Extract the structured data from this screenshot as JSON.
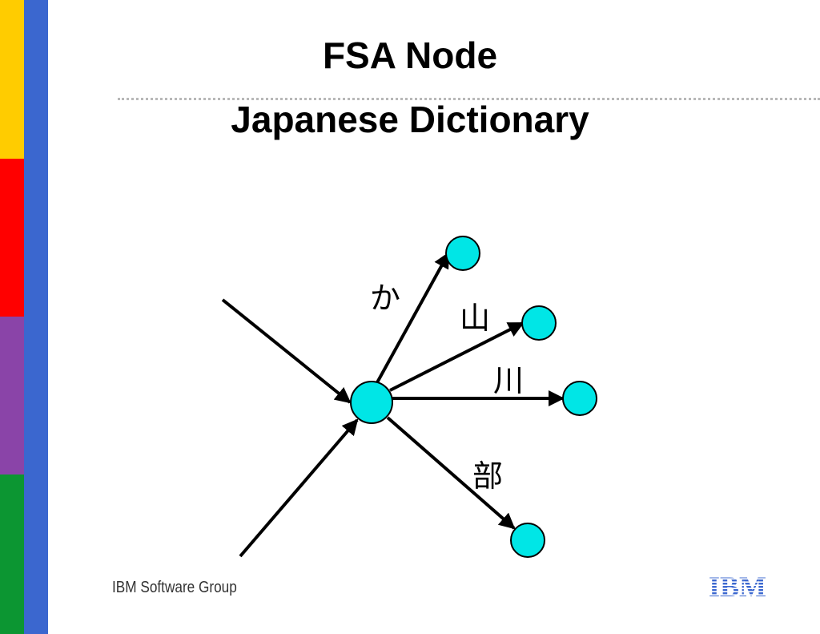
{
  "slide": {
    "title": "FSA Node",
    "subtitle": "Japanese Dictionary"
  },
  "diagram": {
    "center_node": "center-state",
    "edges": [
      {
        "from": "center-state",
        "to": "state-ka",
        "label": "か"
      },
      {
        "from": "center-state",
        "to": "state-yama",
        "label": "山"
      },
      {
        "from": "center-state",
        "to": "state-kawa",
        "label": "川"
      },
      {
        "from": "center-state",
        "to": "state-be",
        "label": "部"
      }
    ],
    "incoming_edges": 2,
    "node_color": "#00e6e6"
  },
  "footer": {
    "group_text": "IBM Software Group",
    "logo_text": "IBM",
    "logo_color": "#3b67cf"
  },
  "sidebar": {
    "colors": [
      "#ffcc00",
      "#ff0000",
      "#8a44a8",
      "#0c9632"
    ],
    "bar_color": "#3b67cf"
  }
}
